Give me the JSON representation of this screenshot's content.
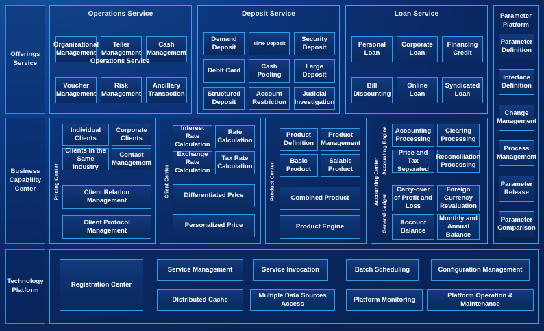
{
  "rows": {
    "offerings": {
      "label": "Offerings\nService",
      "overlay_label": "Operations Service",
      "groups": [
        {
          "title": "Operations Service",
          "cells": [
            "Organizational Management",
            "Teller Management",
            "Cash Management",
            "Voucher Management",
            "Risk Management",
            "Ancillary Transaction"
          ]
        },
        {
          "title": "Deposit Service",
          "cells": [
            "Demand Deposit",
            "Time Deposit",
            "Security Deposit",
            "Debit Card",
            "Cash Pooling",
            "Large Deposit",
            "Structured Deposit",
            "Account Restriction",
            "Judicial Investigation"
          ]
        },
        {
          "title": "Loan Service",
          "cells": [
            "Personal Loan",
            "Corporate Loan",
            "Financing Credit",
            "Bill Discounting",
            "Online Loan",
            "Syndicated Loan"
          ]
        }
      ]
    },
    "business": {
      "label": "Business\nCapability\nCenter",
      "groups": [
        {
          "vlabel": "Pricing Center",
          "cells": [
            "Individual Clients",
            "Corporate Clients",
            "Clients in the Same Industry",
            "Contact Management",
            "Client Relation Management",
            "Client Protocol Management"
          ]
        },
        {
          "vlabel": "Client Center",
          "cells": [
            "Interest Rate Calculation",
            "Rate Calculation",
            "Exchange Rate Calculation",
            "Tax Rate Calculation",
            "Differentiated Price",
            "Personalized Price"
          ]
        },
        {
          "vlabel": "Product Center",
          "cells": [
            "Product Definition",
            "Product Management",
            "Basic Product",
            "Salable Product",
            "Combined Product",
            "Product Engine"
          ]
        },
        {
          "vlabel": "Accounting Center",
          "sub_vlabels": [
            "Accounting Engine",
            "General Ledger"
          ],
          "cells": [
            "Accounting Processing",
            "Clearing Processing",
            "Price and Tax Separated",
            "Reconciliation Processing",
            "Carry-over of Profit and Loss",
            "Foreign Currency Revaluation",
            "Account Balance",
            "Monthly and Annual Balance"
          ]
        }
      ]
    },
    "technology": {
      "label": "Technology\nPlatform",
      "cells": [
        "Registration Center",
        "Service Management",
        "Distributed Cache",
        "Service Invocation",
        "Multiple Data Sources Access",
        "Batch Scheduling",
        "Platform Monitoring",
        "Configuration Management",
        "Platform Operation & Maintenance"
      ]
    }
  },
  "sidebar": {
    "title": "Parameter Platform",
    "items": [
      "Parameter Definition",
      "Interface Definition",
      "Change Management",
      "Process Management",
      "Parameter Release",
      "Parameter Comparison"
    ]
  },
  "colors": {
    "background": "#0e3a86",
    "border": "#2f9ae8",
    "cell_fill": "#123a7e",
    "text": "#ffffff"
  }
}
